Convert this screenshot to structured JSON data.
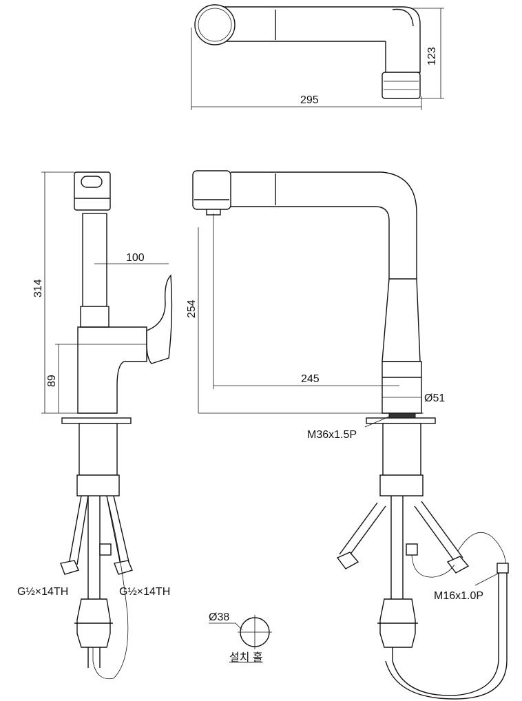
{
  "top_view": {
    "width_label": "295",
    "height_label": "123"
  },
  "side_view": {
    "height_label": "314",
    "lever_label": "100",
    "body_height_label": "89",
    "thread_left": "G½×14TH",
    "thread_right": "G½×14TH"
  },
  "front_view": {
    "spout_height_label": "254",
    "reach_label": "245",
    "base_diameter_label": "Ø51",
    "shank_thread_label": "M36x1.5P",
    "hose_thread_label": "M16x1.0P"
  },
  "install_hole": {
    "diameter_label": "Ø38",
    "caption": "설치 홀"
  }
}
